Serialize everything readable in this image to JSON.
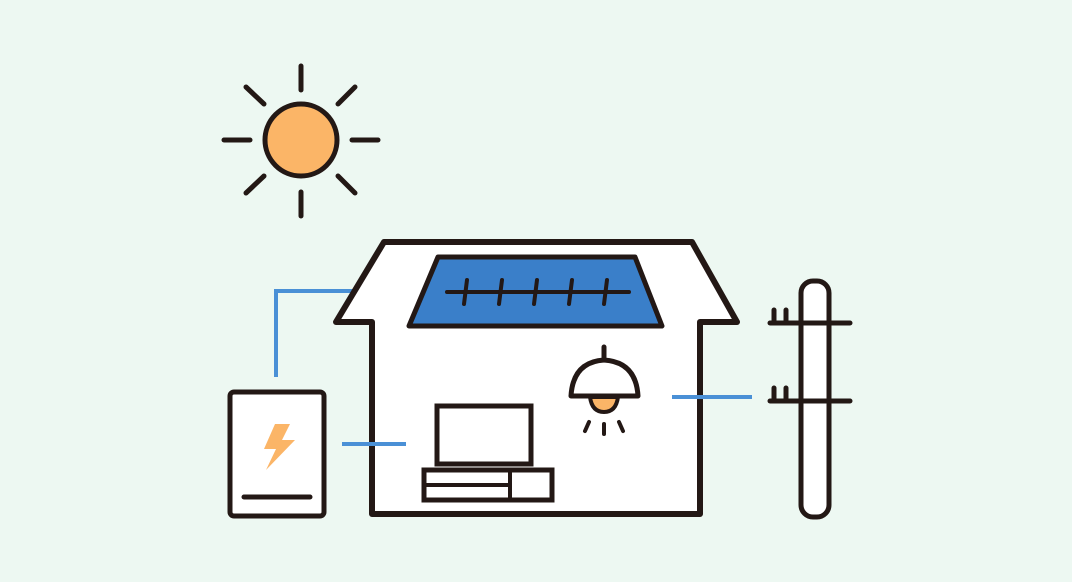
{
  "illustration": {
    "subject": "home-solar-energy-system",
    "components": [
      {
        "name": "sun",
        "icon": "sun-icon"
      },
      {
        "name": "house",
        "icon": "house-icon"
      },
      {
        "name": "solar-panel",
        "icon": "solar-panel-icon"
      },
      {
        "name": "battery-storage",
        "icon": "battery-icon"
      },
      {
        "name": "pendant-lamp",
        "icon": "lamp-icon"
      },
      {
        "name": "television",
        "icon": "tv-icon"
      },
      {
        "name": "utility-pole",
        "icon": "utility-pole-icon"
      }
    ]
  },
  "colors": {
    "background": "#EDF8F2",
    "outline": "#231815",
    "fill": "#FFFFFF",
    "sun": "#FBB567",
    "solar_panel": "#3A7FC9",
    "wire": "#4A90D6",
    "bolt": "#FBB567",
    "lamp_bulb": "#FBB567"
  }
}
